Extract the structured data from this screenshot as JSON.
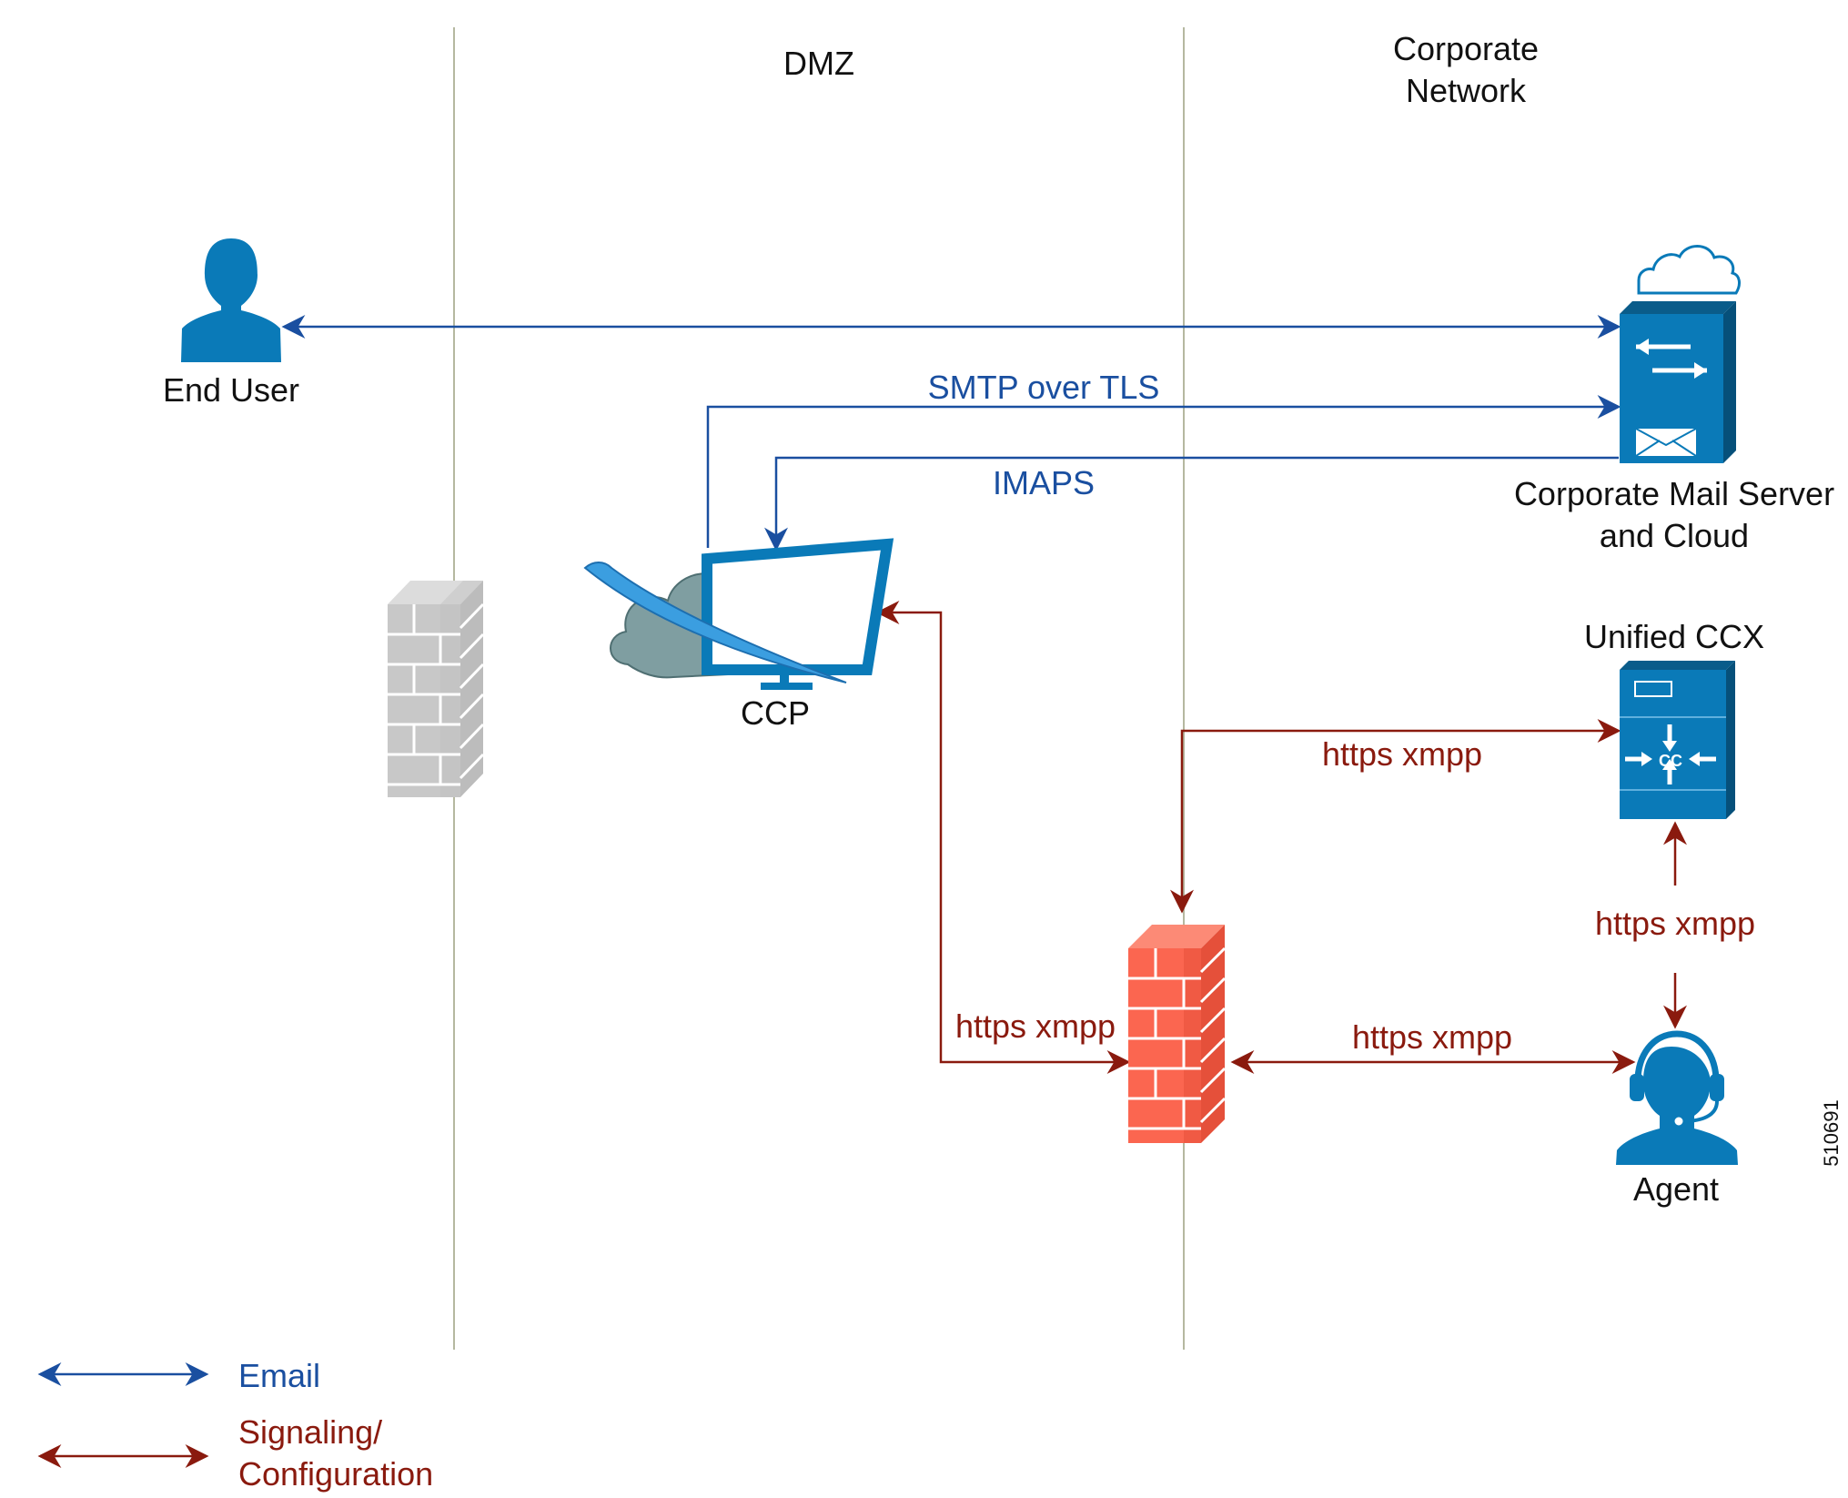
{
  "zones": {
    "dmz": "DMZ",
    "corporate_line1": "Corporate",
    "corporate_line2": "Network"
  },
  "nodes": {
    "end_user": "End User",
    "ccp": "CCP",
    "mail_server_line1": "Corporate Mail Server",
    "mail_server_line2": "and Cloud",
    "unified_ccx": "Unified CCX",
    "ccx_badge": "CC",
    "agent": "Agent"
  },
  "links": {
    "smtp": "SMTP over TLS",
    "imaps": "IMAPS",
    "https_ccx": "https xmpp",
    "https_agent_ccx": "https xmpp",
    "https_ccp": "https xmpp",
    "https_agent_fw": "https xmpp"
  },
  "legend": {
    "email": "Email",
    "signaling_line1": "Signaling/",
    "signaling_line2": "Configuration"
  },
  "figure_id": "510691",
  "colors": {
    "email": "#1a4fa0",
    "signaling": "#8a1a0e",
    "device_blue": "#0a7ab8",
    "firewall_red": "#fb6650",
    "firewall_gray": "#c8c8c8",
    "zone_line": "#b5b8a0"
  }
}
